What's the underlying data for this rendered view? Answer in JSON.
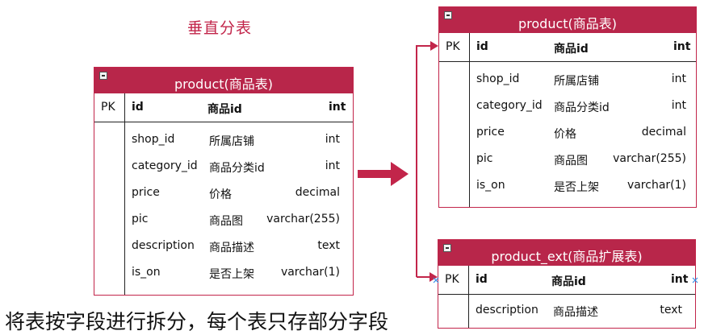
{
  "heading": "垂直分表",
  "caption": "将表按字段进行拆分，每个表只存部分字段",
  "colors": {
    "header": "#b8264a",
    "accent": "#c2254a"
  },
  "tables": {
    "left": {
      "title": "product(商品表)",
      "pk_label": "PK",
      "pk": [
        "id",
        "商品id",
        "int"
      ],
      "rows": [
        [
          "shop_id",
          "所属店铺",
          "int"
        ],
        [
          "category_id",
          "商品分类id",
          "int"
        ],
        [
          "price",
          "价格",
          "decimal"
        ],
        [
          "pic",
          "商品图",
          "varchar(255)"
        ],
        [
          "description",
          "商品描述",
          "text"
        ],
        [
          "is_on",
          "是否上架",
          "varchar(1)"
        ]
      ]
    },
    "right_top": {
      "title": "product(商品表)",
      "pk_label": "PK",
      "pk": [
        "id",
        "商品id",
        "int"
      ],
      "rows": [
        [
          "shop_id",
          "所属店铺",
          "int"
        ],
        [
          "category_id",
          "商品分类id",
          "int"
        ],
        [
          "price",
          "价格",
          "decimal"
        ],
        [
          "pic",
          "商品图",
          "varchar(255)"
        ],
        [
          "is_on",
          "是否上架",
          "varchar(1)"
        ]
      ]
    },
    "right_bottom": {
      "title": "product_ext(商品扩展表)",
      "pk_label": "PK",
      "pk": [
        "id",
        "商品id",
        "int"
      ],
      "rows": [
        [
          "description",
          "商品描述",
          "text"
        ]
      ]
    }
  }
}
